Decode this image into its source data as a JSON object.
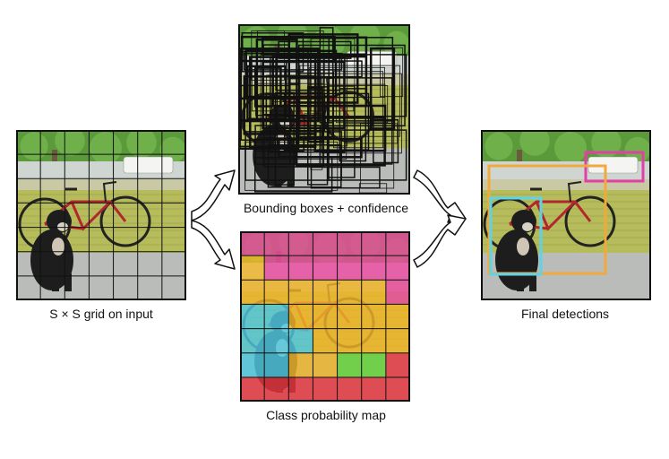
{
  "captions": {
    "grid_input": "S × S grid on input",
    "bounding_boxes": "Bounding boxes + confidence",
    "class_map": "Class probability map",
    "final": "Final detections"
  },
  "grid": {
    "rows": 7,
    "cols": 7
  },
  "class_colors": {
    "magenta": "#e9489f",
    "yellow": "#f0b429",
    "cyan": "#4fc8e0",
    "green": "#63d335",
    "red": "#e8343e"
  },
  "class_map_cells": [
    [
      "magenta",
      "magenta",
      "magenta",
      "magenta",
      "magenta",
      "magenta",
      "magenta"
    ],
    [
      "yellow",
      "magenta",
      "magenta",
      "magenta",
      "magenta",
      "magenta",
      "magenta"
    ],
    [
      "yellow",
      "yellow",
      "yellow",
      "yellow",
      "yellow",
      "yellow",
      "magenta"
    ],
    [
      "cyan",
      "cyan",
      "yellow",
      "yellow",
      "yellow",
      "yellow",
      "yellow"
    ],
    [
      "cyan",
      "cyan",
      "cyan",
      "yellow",
      "yellow",
      "yellow",
      "yellow"
    ],
    [
      "cyan",
      "cyan",
      "yellow",
      "yellow",
      "green",
      "green",
      "red"
    ],
    [
      "red",
      "red",
      "red",
      "red",
      "red",
      "red",
      "red"
    ]
  ],
  "detection_colors": {
    "dog": "#5fd3e6",
    "bicycle": "#f2a93b",
    "car": "#e23fa7"
  }
}
